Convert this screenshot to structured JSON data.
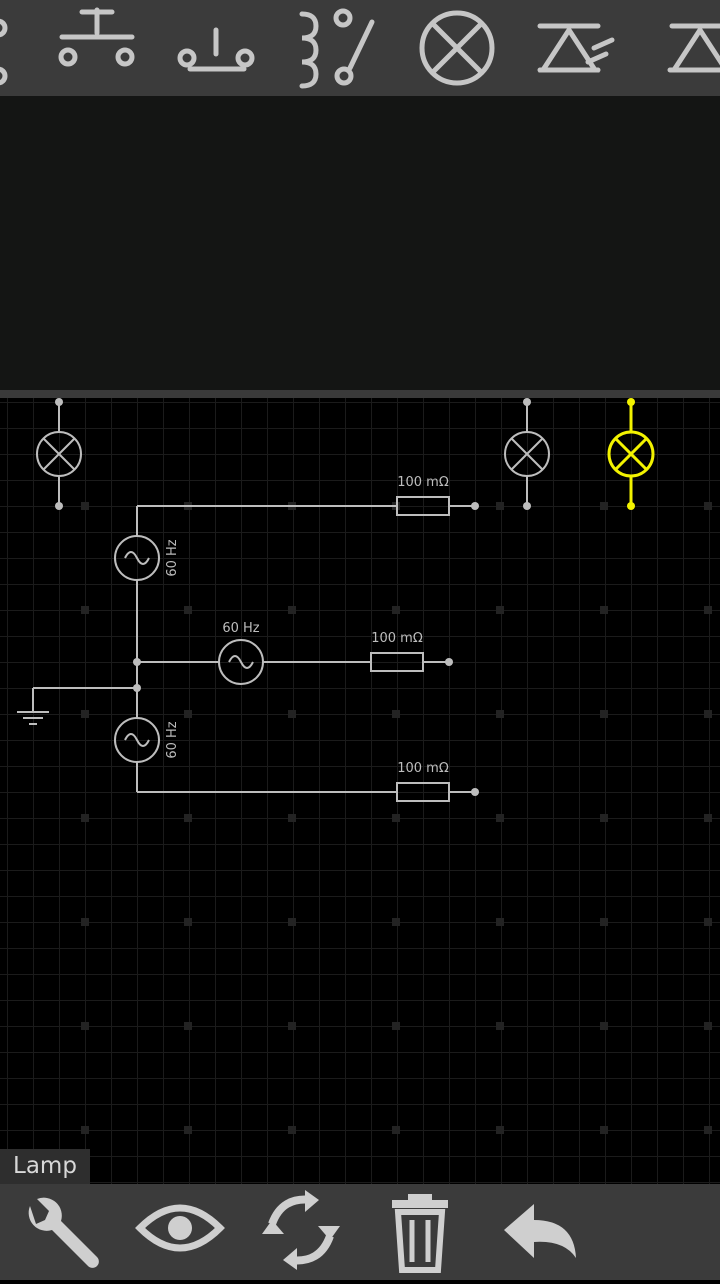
{
  "toolbar": {
    "tools": [
      {
        "name": "push-button-partial-icon"
      },
      {
        "name": "push-button-no-icon"
      },
      {
        "name": "push-button-nc-icon"
      },
      {
        "name": "relay-icon"
      },
      {
        "name": "lamp-icon"
      },
      {
        "name": "led-icon"
      },
      {
        "name": "diode-icon"
      }
    ]
  },
  "circuit": {
    "resistor_top": "100 mΩ",
    "resistor_middle": "100 mΩ",
    "resistor_bottom": "100 mΩ",
    "source_top": "60 Hz",
    "source_middle": "60 Hz",
    "source_bottom": "60 Hz",
    "selected_color": "#f2f200",
    "wire_color": "#bdbdbd"
  },
  "mode": {
    "label": "Lamp"
  },
  "bottombar": {
    "buttons": [
      {
        "name": "wrench-icon"
      },
      {
        "name": "eye-icon"
      },
      {
        "name": "rotate-icon"
      },
      {
        "name": "trash-icon"
      },
      {
        "name": "undo-icon"
      }
    ]
  }
}
